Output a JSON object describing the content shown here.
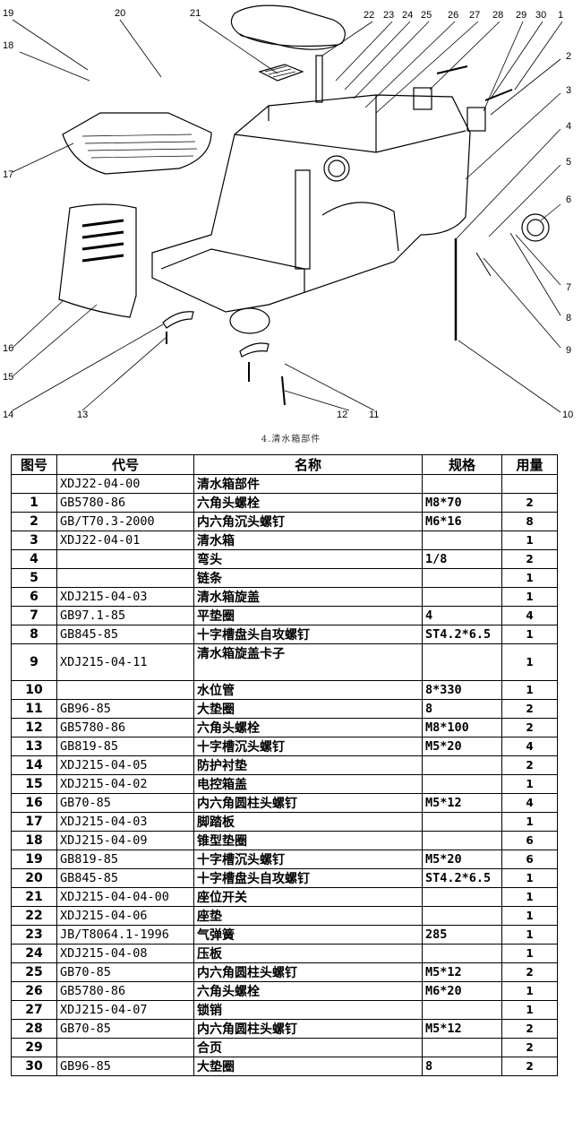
{
  "figure": {
    "callouts": [
      "19",
      "20",
      "21",
      "22",
      "23",
      "24",
      "25",
      "26",
      "27",
      "28",
      "29",
      "30",
      "1",
      "18",
      "2",
      "3",
      "4",
      "5",
      "6",
      "7",
      "8",
      "9",
      "10",
      "17",
      "16",
      "15",
      "14",
      "13",
      "12",
      "11"
    ],
    "caption": "4.清水箱部件"
  },
  "table": {
    "headers": [
      "图号",
      "代号",
      "名称",
      "规格",
      "用量"
    ],
    "rows": [
      [
        "",
        "XDJ22-04-00",
        "清水箱部件",
        "",
        ""
      ],
      [
        "1",
        "GB5780-86",
        "六角头螺栓",
        "M8*70",
        "2"
      ],
      [
        "2",
        "GB/T70.3-2000",
        "内六角沉头螺钉",
        "M6*16",
        "8"
      ],
      [
        "3",
        "XDJ22-04-01",
        "清水箱",
        "",
        "1"
      ],
      [
        "4",
        "",
        "弯头",
        "1/8",
        "2"
      ],
      [
        "5",
        "",
        "链条",
        "",
        "1"
      ],
      [
        "6",
        "XDJ215-04-03",
        "清水箱旋盖",
        "",
        "1"
      ],
      [
        "7",
        "GB97.1-85",
        "平垫圈",
        "4",
        "4"
      ],
      [
        "8",
        "GB845-85",
        "十字槽盘头自攻螺钉",
        "ST4.2*6.5",
        "1"
      ],
      [
        "9",
        "XDJ215-04-11",
        "清水箱旋盖卡子",
        "",
        "1"
      ],
      [
        "10",
        "",
        "水位管",
        "8*330",
        "1"
      ],
      [
        "11",
        "GB96-85",
        "大垫圈",
        "8",
        "2"
      ],
      [
        "12",
        "GB5780-86",
        "六角头螺栓",
        "M8*100",
        "2"
      ],
      [
        "13",
        "GB819-85",
        "十字槽沉头螺钉",
        "M5*20",
        "4"
      ],
      [
        "14",
        "XDJ215-04-05",
        "防护衬垫",
        "",
        "2"
      ],
      [
        "15",
        "XDJ215-04-02",
        "电控箱盖",
        "",
        "1"
      ],
      [
        "16",
        "GB70-85",
        "内六角圆柱头螺钉",
        "M5*12",
        "4"
      ],
      [
        "17",
        "XDJ215-04-03",
        "脚踏板",
        "",
        "1"
      ],
      [
        "18",
        "XDJ215-04-09",
        "锥型垫圈",
        "",
        "6"
      ],
      [
        "19",
        "GB819-85",
        "十字槽沉头螺钉",
        "M5*20",
        "6"
      ],
      [
        "20",
        "GB845-85",
        "十字槽盘头自攻螺钉",
        "ST4.2*6.5",
        "1"
      ],
      [
        "21",
        "XDJ215-04-04-00",
        "座位开关",
        "",
        "1"
      ],
      [
        "22",
        "XDJ215-04-06",
        "座垫",
        "",
        "1"
      ],
      [
        "23",
        "JB/T8064.1-1996",
        "气弹簧",
        "285",
        "1"
      ],
      [
        "24",
        "XDJ215-04-08",
        "压板",
        "",
        "1"
      ],
      [
        "25",
        "GB70-85",
        "内六角圆柱头螺钉",
        "M5*12",
        "2"
      ],
      [
        "26",
        "GB5780-86",
        "六角头螺栓",
        "M6*20",
        "1"
      ],
      [
        "27",
        "XDJ215-04-07",
        "锁销",
        "",
        "1"
      ],
      [
        "28",
        "GB70-85",
        "内六角圆柱头螺钉",
        "M5*12",
        "2"
      ],
      [
        "29",
        "",
        "合页",
        "",
        "2"
      ],
      [
        "30",
        "GB96-85",
        "大垫圈",
        "8",
        "2"
      ]
    ]
  }
}
